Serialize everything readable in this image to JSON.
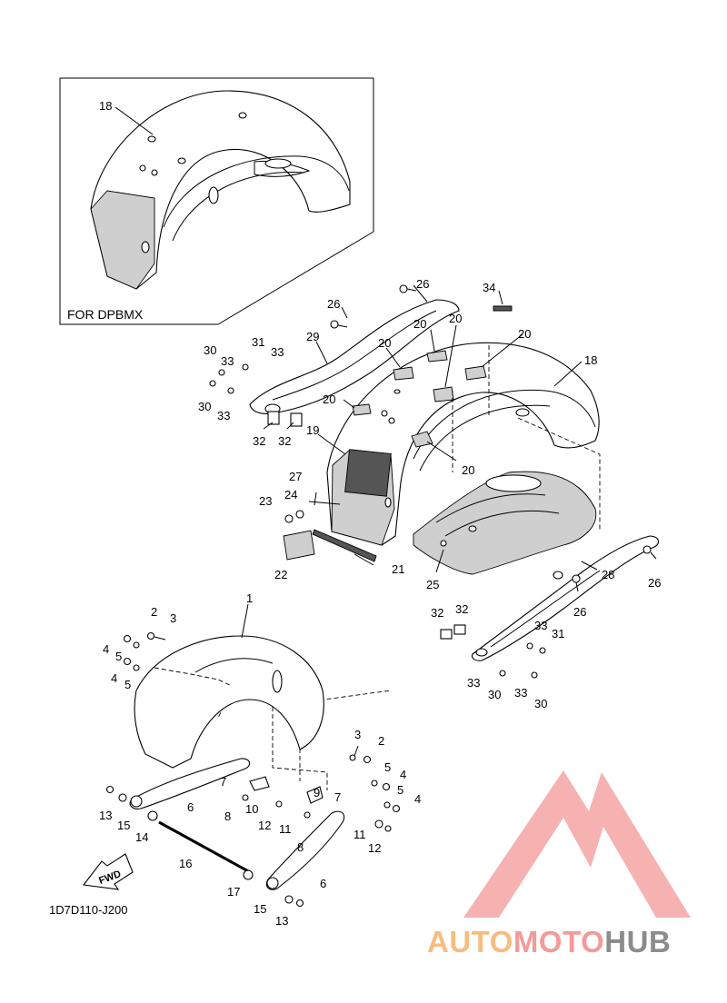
{
  "inset": {
    "label": "FOR DPBMX"
  },
  "footer": {
    "diagram_code": "1D7D110-J200"
  },
  "watermark": {
    "word1": "AUTO",
    "word2": "MOTO",
    "word3": "HUB",
    "colors": {
      "word1": "#f6bd7f",
      "word2": "#f39a9a",
      "word3": "#8c8c8c",
      "logo": "#f5a3a3"
    }
  },
  "fwd_arrow": {
    "label": "FWD"
  },
  "callouts": {
    "c18a": "18",
    "c26a": "26",
    "c26b": "26",
    "c34": "34",
    "c20a": "20",
    "c20b": "20",
    "c20c": "20",
    "c20d": "20",
    "c20e": "20",
    "c20f": "20",
    "c29": "29",
    "c31a": "31",
    "c30a": "30",
    "c33a": "33",
    "c33b": "33",
    "c30b": "30",
    "c33c": "33",
    "c18b": "18",
    "c19": "19",
    "c32a": "32",
    "c32b": "32",
    "c27": "27",
    "c24": "24",
    "c23": "23",
    "c22": "22",
    "c21": "21",
    "c25": "25",
    "c28": "28",
    "c26c": "26",
    "c26d": "26",
    "c1": "1",
    "c2a": "2",
    "c3a": "3",
    "c4a": "4",
    "c5a": "5",
    "c4b": "4",
    "c5b": "5",
    "c32c": "32",
    "c32d": "32",
    "c33d": "33",
    "c31b": "31",
    "c33e": "33",
    "c30c": "30",
    "c33f": "33",
    "c30d": "30",
    "c3b": "3",
    "c2b": "2",
    "c5c": "5",
    "c4c": "4",
    "c5d": "5",
    "c4d": "4",
    "c7a": "7",
    "c9": "9",
    "c7b": "7",
    "c6a": "6",
    "c13a": "13",
    "c15a": "15",
    "c14": "14",
    "c8a": "8",
    "c10": "10",
    "c12a": "12",
    "c11a": "11",
    "c8b": "8",
    "c11b": "11",
    "c12b": "12",
    "c16": "16",
    "c6b": "6",
    "c17": "17",
    "c15b": "15",
    "c13b": "13"
  }
}
